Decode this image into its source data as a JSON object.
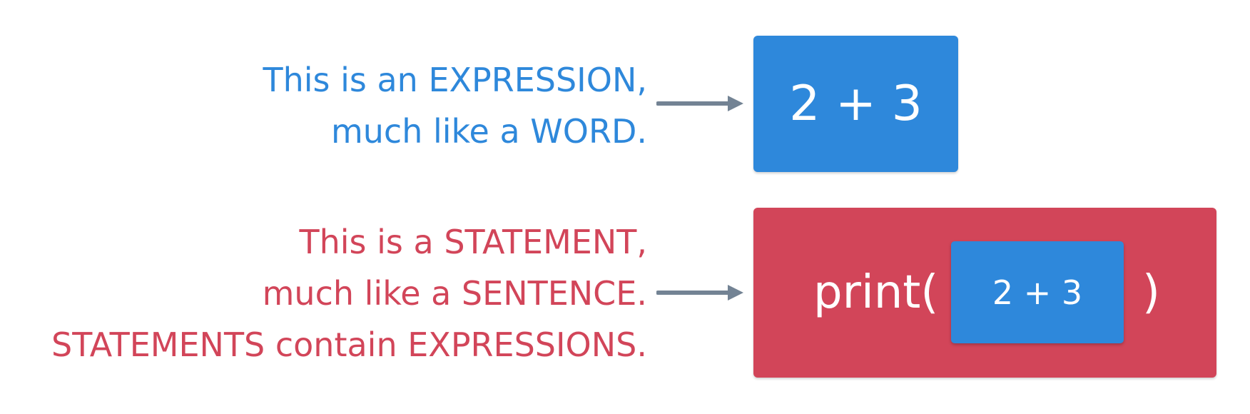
{
  "expression_caption": {
    "line1": "This is an EXPRESSION,",
    "line2": "much like a WORD."
  },
  "statement_caption": {
    "line1": "This is a STATEMENT,",
    "line2": "much like a SENTENCE.",
    "line3": "STATEMENTS contain EXPRESSIONS."
  },
  "expression_box": {
    "code": "2 + 3"
  },
  "statement_box": {
    "prefix": "print(",
    "inner_code": "2 + 3",
    "suffix": ")"
  },
  "colors": {
    "expression_blue": "#2e88db",
    "statement_red": "#d24559",
    "arrow_gray": "#738394"
  }
}
